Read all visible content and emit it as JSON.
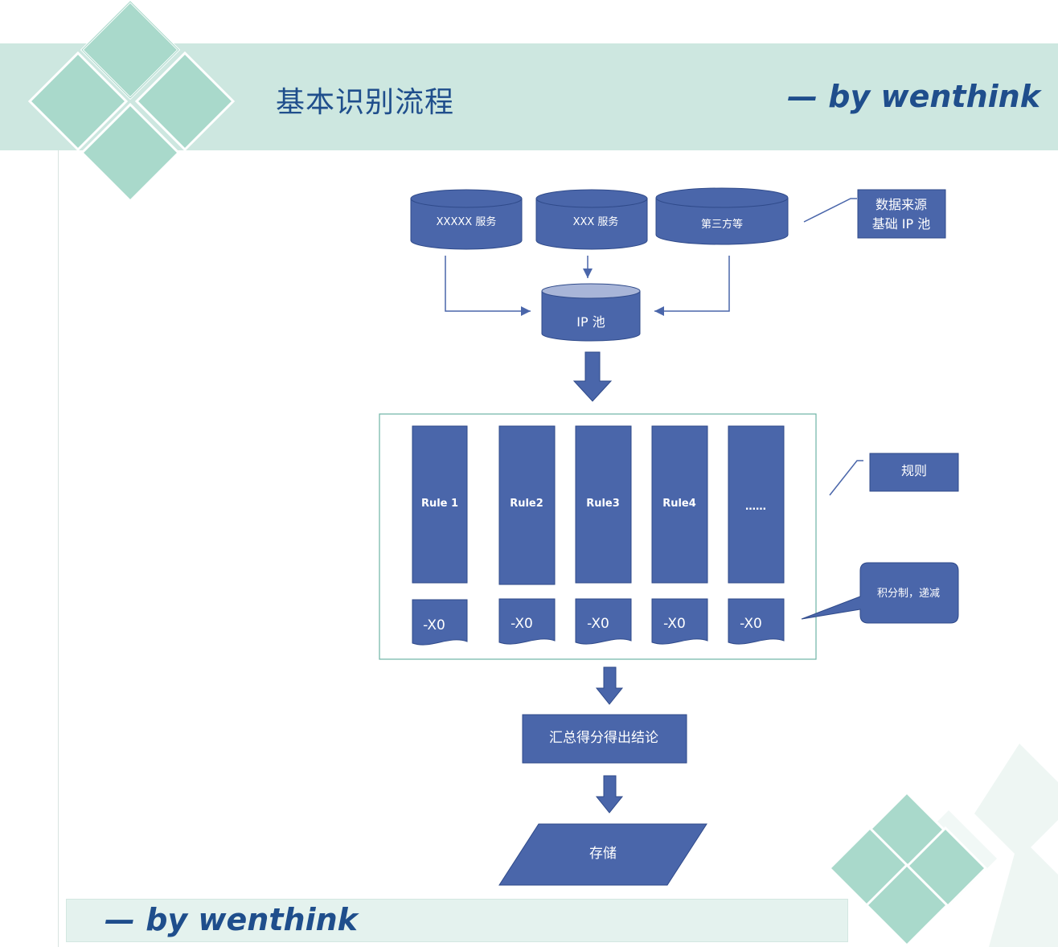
{
  "header": {
    "title": "基本识别流程",
    "byline": "— by wenthink"
  },
  "footer": {
    "byline": "— by wenthink"
  },
  "diagram": {
    "sources": [
      "XXXXX 服务",
      "XXX 服务",
      "第三方等"
    ],
    "source_note": [
      "数据来源",
      "基础 IP 池"
    ],
    "pool": "IP 池",
    "rules": [
      "Rule 1",
      "Rule2",
      "Rule3",
      "Rule4",
      "……"
    ],
    "scores": [
      "-X0",
      "-X0",
      "-X0",
      "-X0",
      "-X0"
    ],
    "rules_note": "规则",
    "score_note": "积分制，递减",
    "summary": "汇总得分得出结论",
    "storage": "存储"
  },
  "colors": {
    "band": "#cde7e0",
    "shape_fill": "#4a66aa",
    "shape_stroke": "#2f4a8a",
    "text_blue": "#1f4e8c",
    "diamond": "#a9d9cb"
  }
}
